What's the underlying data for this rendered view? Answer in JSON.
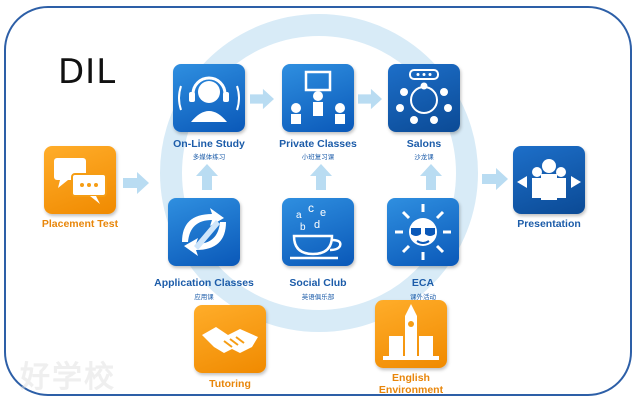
{
  "diagram": {
    "title": "DIL",
    "nodes": [
      {
        "id": "online-study",
        "label": "On-Line Study",
        "sublabel": "多媒体练习",
        "icon": "headset-person-icon"
      },
      {
        "id": "private-classes",
        "label": "Private Classes",
        "sublabel": "小班复习课",
        "icon": "teacher-students-icon"
      },
      {
        "id": "salons",
        "label": "Salons",
        "sublabel": "沙龙课",
        "icon": "group-discussion-icon"
      },
      {
        "id": "placement-test",
        "label": "Placement Test",
        "sublabel": "",
        "icon": "chat-bubbles-icon"
      },
      {
        "id": "presentation",
        "label": "Presentation",
        "sublabel": "",
        "icon": "presenter-audience-icon"
      },
      {
        "id": "application-classes",
        "label": "Application Classes",
        "sublabel": "应用课",
        "icon": "swirl-pen-icon"
      },
      {
        "id": "social-club",
        "label": "Social Club",
        "sublabel": "英语俱乐部",
        "icon": "coffee-cup-letters-icon"
      },
      {
        "id": "eca",
        "label": "ECA",
        "sublabel": "课外活动",
        "icon": "sun-sunglasses-icon"
      },
      {
        "id": "tutoring",
        "label": "Tutoring",
        "sublabel": "",
        "icon": "handshake-icon"
      },
      {
        "id": "english-environment",
        "label": "English Environment",
        "sublabel": "",
        "icon": "landmark-building-icon"
      }
    ],
    "colors": {
      "blue": "#1c5ca9",
      "orange": "#f39a0e",
      "ring": "#d8ebf7",
      "arrow": "#b9dcf2"
    }
  },
  "watermark": "好学校"
}
